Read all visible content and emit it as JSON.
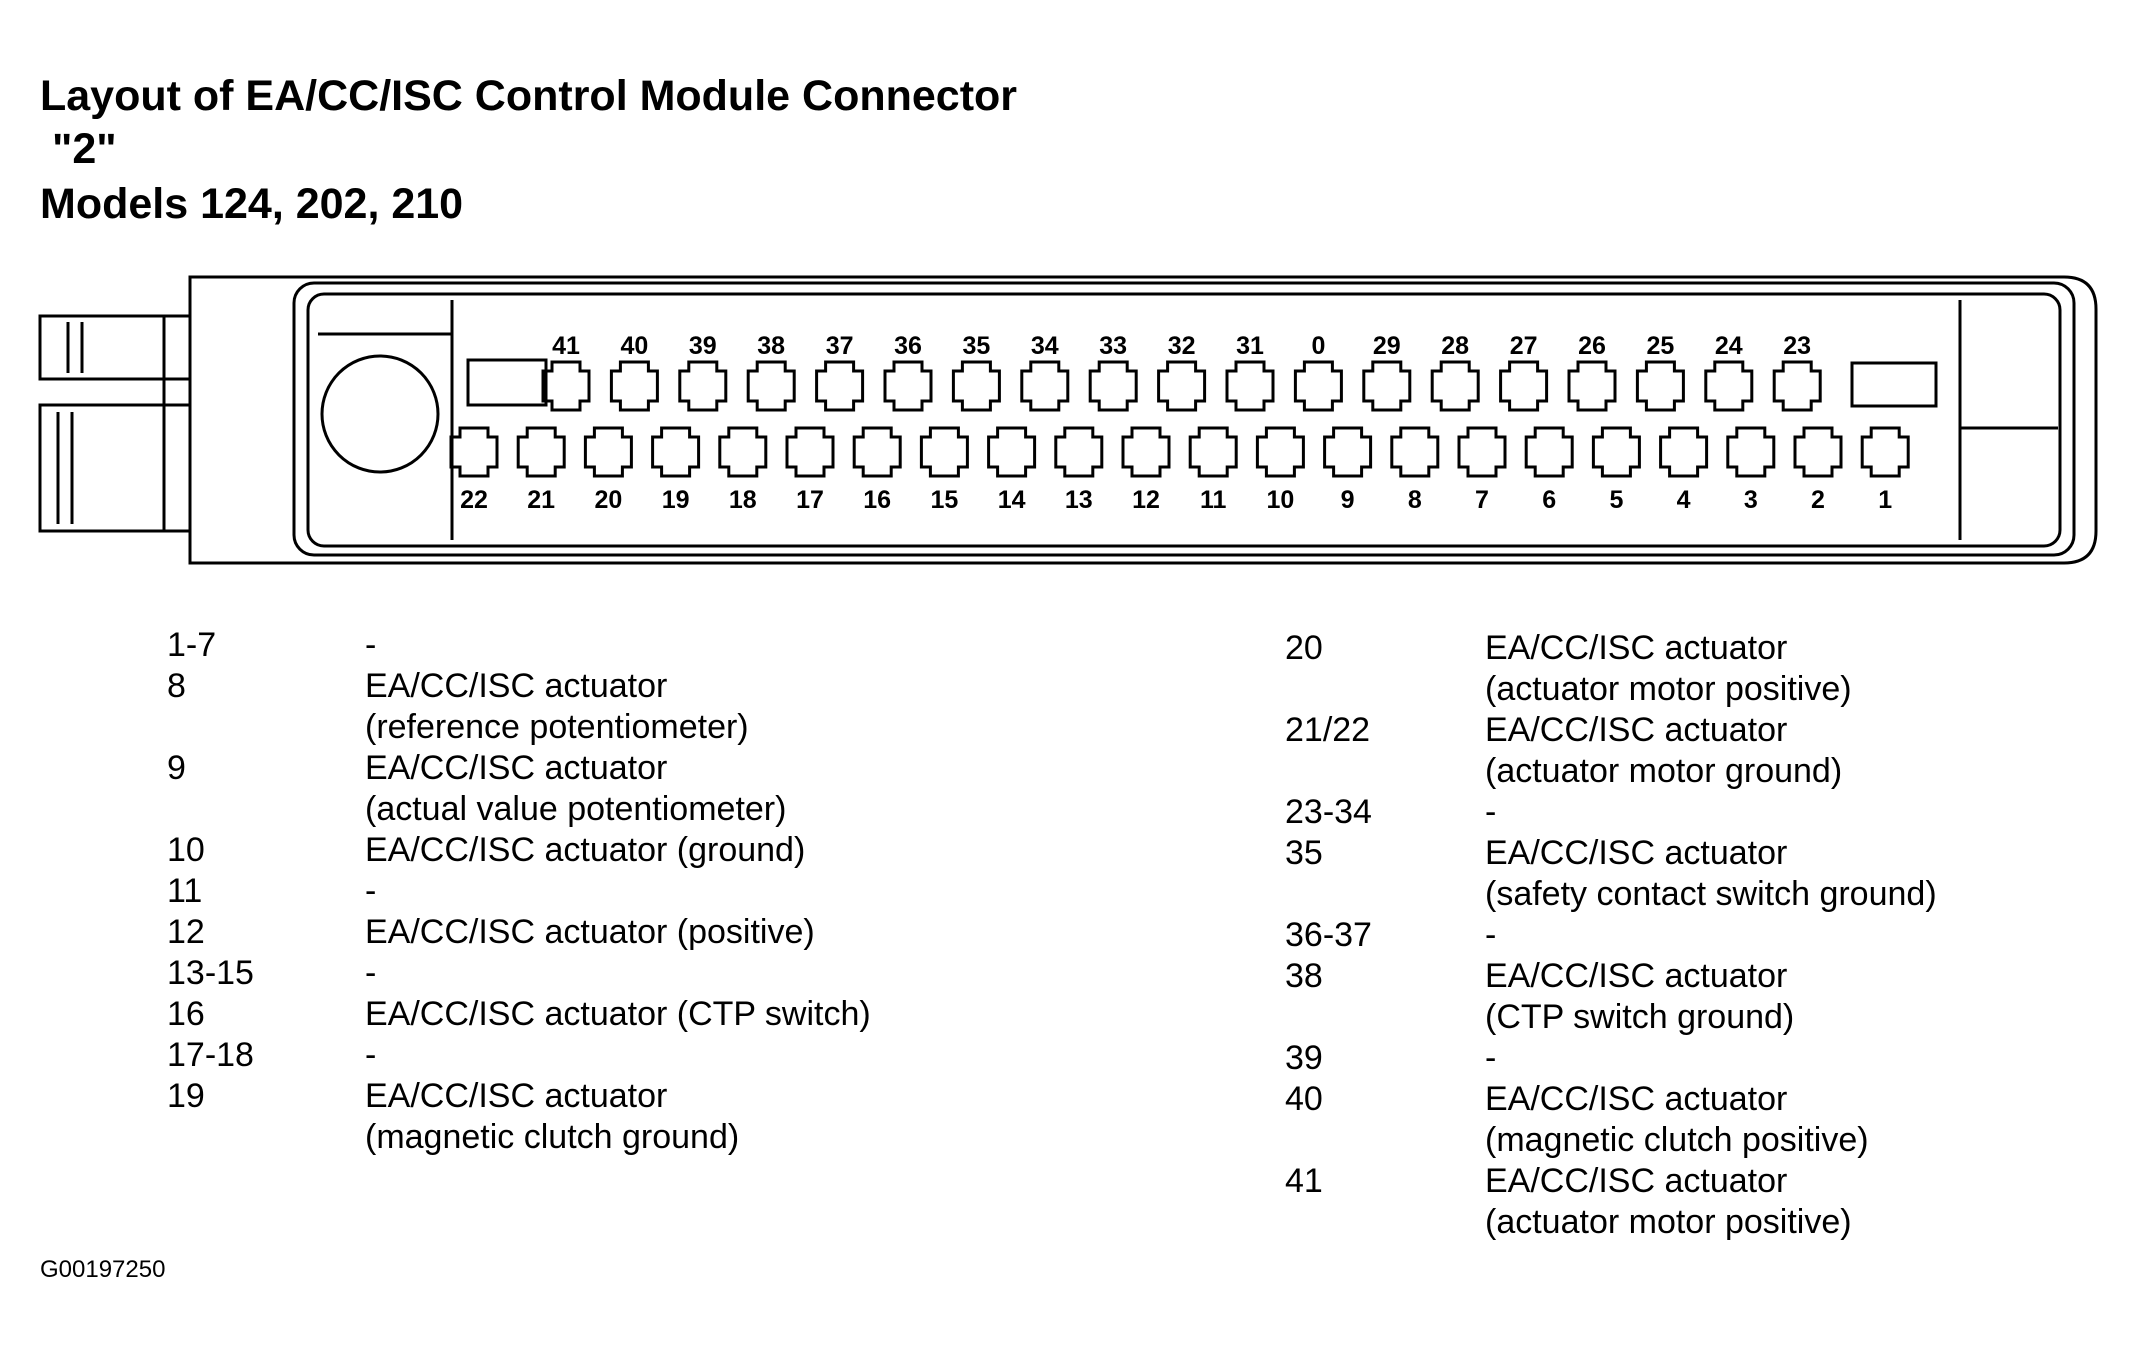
{
  "title": {
    "line1": "Layout of EA/CC/ISC Control Module Connector",
    "line2": " \"2\"",
    "line3": "Models 124, 202, 210"
  },
  "connector": {
    "top_row_labels": [
      "41",
      "40",
      "39",
      "38",
      "37",
      "36",
      "35",
      "34",
      "33",
      "32",
      "31",
      "0",
      "29",
      "28",
      "27",
      "26",
      "25",
      "24",
      "23"
    ],
    "bottom_row_labels": [
      "22",
      "21",
      "20",
      "19",
      "18",
      "17",
      "16",
      "15",
      "14",
      "13",
      "12",
      "11",
      "10",
      "9",
      "8",
      "7",
      "6",
      "5",
      "4",
      "3",
      "2",
      "1"
    ]
  },
  "legend_left": [
    {
      "pin": "1-7",
      "lines": [
        "-"
      ]
    },
    {
      "pin": "8",
      "lines": [
        "EA/CC/ISC actuator",
        "(reference potentiometer)"
      ]
    },
    {
      "pin": "9",
      "lines": [
        "EA/CC/ISC actuator",
        "(actual value potentiometer)"
      ]
    },
    {
      "pin": "10",
      "lines": [
        "EA/CC/ISC actuator (ground)"
      ]
    },
    {
      "pin": "11",
      "lines": [
        "-"
      ]
    },
    {
      "pin": "12",
      "lines": [
        "EA/CC/ISC actuator (positive)"
      ]
    },
    {
      "pin": "13-15",
      "lines": [
        "-"
      ]
    },
    {
      "pin": "16",
      "lines": [
        "EA/CC/ISC actuator (CTP switch)"
      ]
    },
    {
      "pin": "17-18",
      "lines": [
        "-"
      ]
    },
    {
      "pin": "19",
      "lines": [
        "EA/CC/ISC actuator",
        "(magnetic clutch ground)"
      ]
    }
  ],
  "legend_right": [
    {
      "pin": "20",
      "lines": [
        "EA/CC/ISC actuator",
        "(actuator motor positive)"
      ]
    },
    {
      "pin": "21/22",
      "lines": [
        "EA/CC/ISC actuator",
        "(actuator motor ground)"
      ]
    },
    {
      "pin": "23-34",
      "lines": [
        "-"
      ]
    },
    {
      "pin": "35",
      "lines": [
        "EA/CC/ISC actuator",
        "(safety contact switch ground)"
      ]
    },
    {
      "pin": "36-37",
      "lines": [
        "-"
      ]
    },
    {
      "pin": "38",
      "lines": [
        "EA/CC/ISC actuator",
        "(CTP switch ground)"
      ]
    },
    {
      "pin": "39",
      "lines": [
        "-"
      ]
    },
    {
      "pin": "40",
      "lines": [
        "EA/CC/ISC actuator",
        "(magnetic clutch positive)"
      ]
    },
    {
      "pin": "41",
      "lines": [
        "EA/CC/ISC actuator",
        "(actuator motor positive)"
      ]
    }
  ],
  "figure_id": "G00197250"
}
